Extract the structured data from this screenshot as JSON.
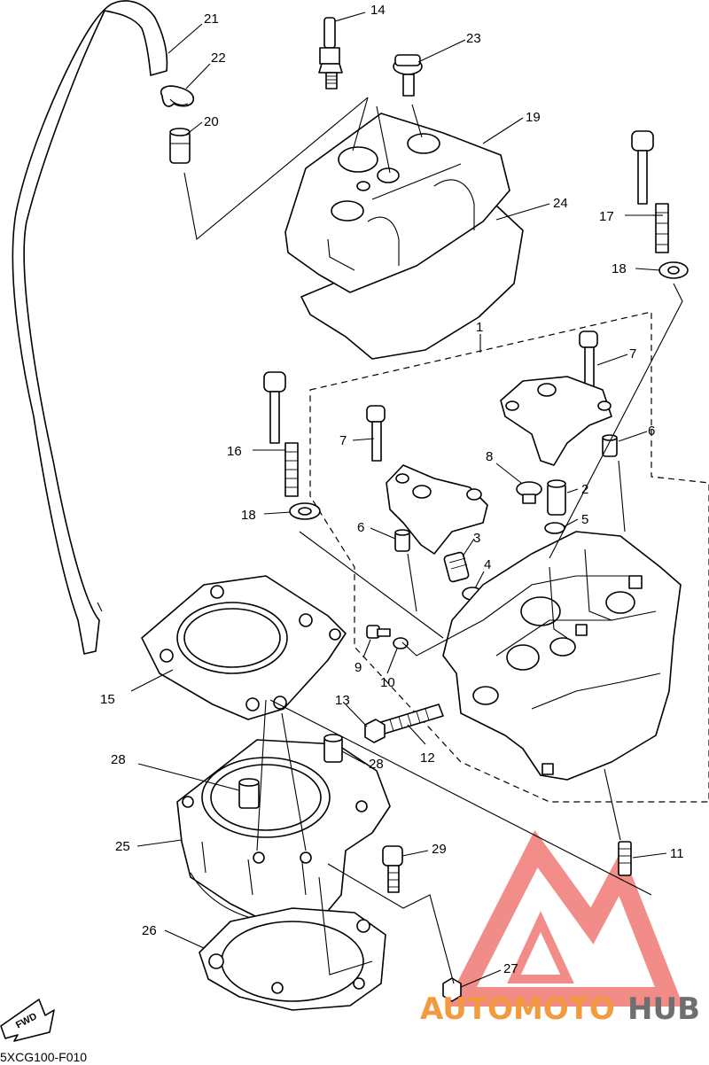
{
  "diagram_code": "5XCG100-F010",
  "fwd_label": "FWD",
  "watermark": {
    "brand_orange": "AUTOMOTO",
    "brand_gray": "HUB",
    "colors": {
      "orange": "#f19a3e",
      "gray": "#6f6f6f",
      "logo_red": "#e8302a"
    }
  },
  "callouts": {
    "c1": "1",
    "c2": "2",
    "c3": "3",
    "c4": "4",
    "c5": "5",
    "c6a": "6",
    "c6b": "6",
    "c7a": "7",
    "c7b": "7",
    "c8": "8",
    "c9": "9",
    "c10": "10",
    "c11": "11",
    "c12": "12",
    "c13": "13",
    "c14": "14",
    "c15": "15",
    "c16": "16",
    "c17": "17",
    "c18a": "18",
    "c18b": "18",
    "c19": "19",
    "c20": "20",
    "c21": "21",
    "c22": "22",
    "c23": "23",
    "c24": "24",
    "c25": "25",
    "c26": "26",
    "c27": "27",
    "c28a": "28",
    "c28b": "28",
    "c29": "29"
  }
}
